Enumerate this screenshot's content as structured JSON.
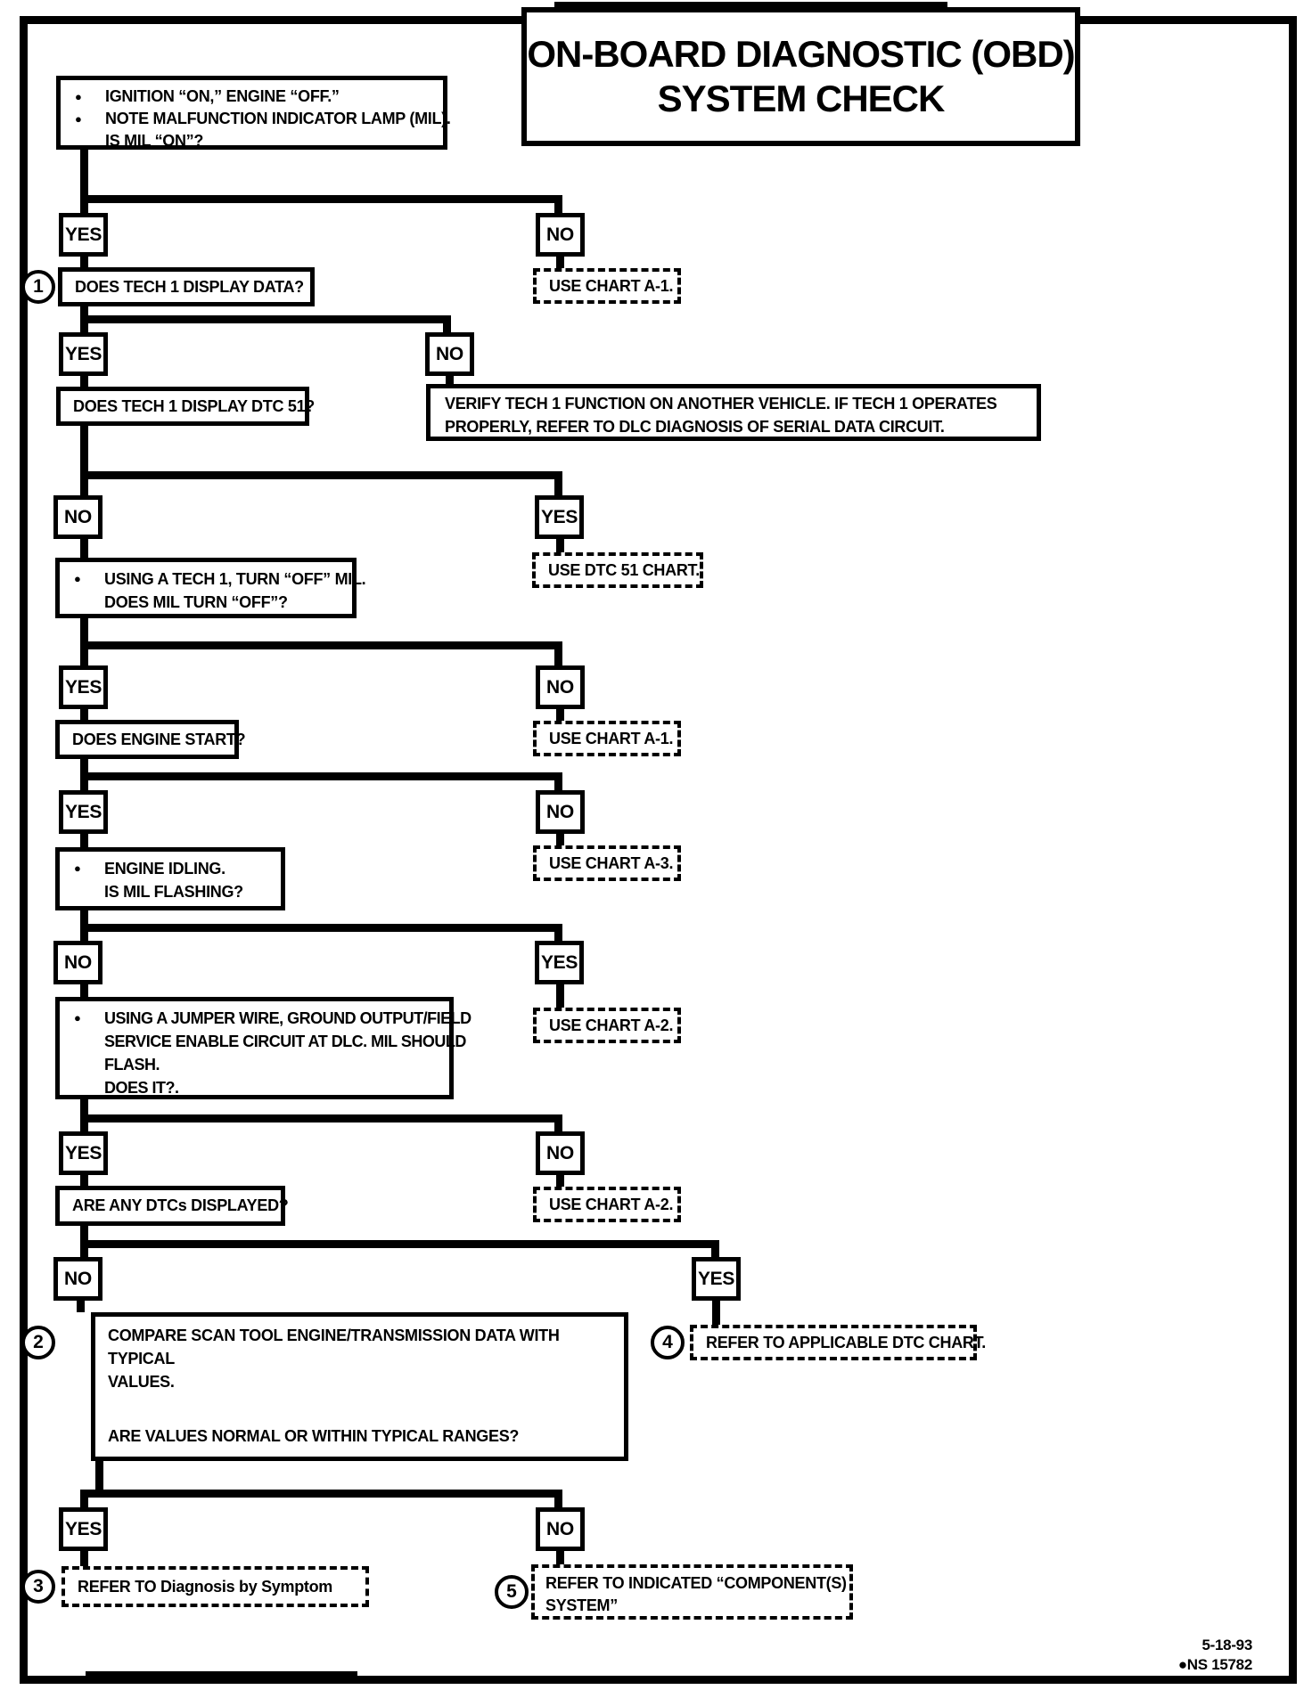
{
  "title": {
    "line1": "ON-BOARD DIAGNOSTIC (OBD)",
    "line2": "SYSTEM CHECK"
  },
  "labels": {
    "yes": "YES",
    "no": "NO"
  },
  "glyphs": {
    "bullet": "●"
  },
  "circles": {
    "c1": "1",
    "c2": "2",
    "c3": "3",
    "c4": "4",
    "c5": "5"
  },
  "colors": {
    "ink": "#000000",
    "paper": "#ffffff"
  },
  "nodes": {
    "start": {
      "line1": "IGNITION “ON,” ENGINE “OFF.”",
      "line2": "NOTE MALFUNCTION INDICATOR LAMP (MIL).",
      "line3": "IS MIL “ON”?"
    },
    "q_display_data": {
      "text": "DOES TECH 1 DISPLAY DATA?"
    },
    "use_chart_a1": {
      "text": "USE CHART A-1."
    },
    "q_display_dtc51": {
      "text": "DOES TECH 1 DISPLAY DTC 51?"
    },
    "verify_tech1": {
      "line1": "VERIFY TECH 1 FUNCTION ON ANOTHER VEHICLE. IF TECH 1 OPERATES",
      "line2": "PROPERLY, REFER TO DLC DIAGNOSIS OF SERIAL DATA CIRCUIT."
    },
    "q_turn_off_mil": {
      "line1": "USING A TECH 1, TURN “OFF” MIL.",
      "line2": "DOES MIL TURN “OFF”?"
    },
    "use_dtc51_chart": {
      "text": "USE DTC 51 CHART."
    },
    "q_engine_start": {
      "text": "DOES ENGINE START?"
    },
    "use_chart_a1_2": {
      "text": "USE CHART A-1."
    },
    "q_engine_idling": {
      "line1": "ENGINE IDLING.",
      "line2": "IS MIL FLASHING?"
    },
    "use_chart_a3": {
      "text": "USE CHART A-3."
    },
    "q_jumper": {
      "line1": "USING A JUMPER WIRE, GROUND OUTPUT/FIELD",
      "line2": "SERVICE ENABLE CIRCUIT AT DLC. MIL SHOULD",
      "line3": "FLASH.",
      "line4": "DOES IT?."
    },
    "use_chart_a2": {
      "text": "USE CHART A-2."
    },
    "q_dtcs_displayed": {
      "text": "ARE ANY DTCs DISPLAYED?"
    },
    "use_chart_a2_2": {
      "text": "USE CHART A-2."
    },
    "refer_dtc_chart": {
      "text": "REFER TO APPLICABLE DTC CHART."
    },
    "q_compare": {
      "line1": "COMPARE SCAN TOOL ENGINE/TRANSMISSION DATA WITH TYPICAL",
      "line2": "VALUES.",
      "line3": "ARE VALUES NORMAL OR WITHIN TYPICAL RANGES?"
    },
    "refer_symptom": {
      "text": "REFER TO Diagnosis by Symptom"
    },
    "refer_component": {
      "line1": "REFER TO INDICATED “COMPONENT(S)",
      "line2": "SYSTEM”"
    }
  },
  "footer": {
    "date": "5-18-93",
    "code": "●NS 15782"
  }
}
